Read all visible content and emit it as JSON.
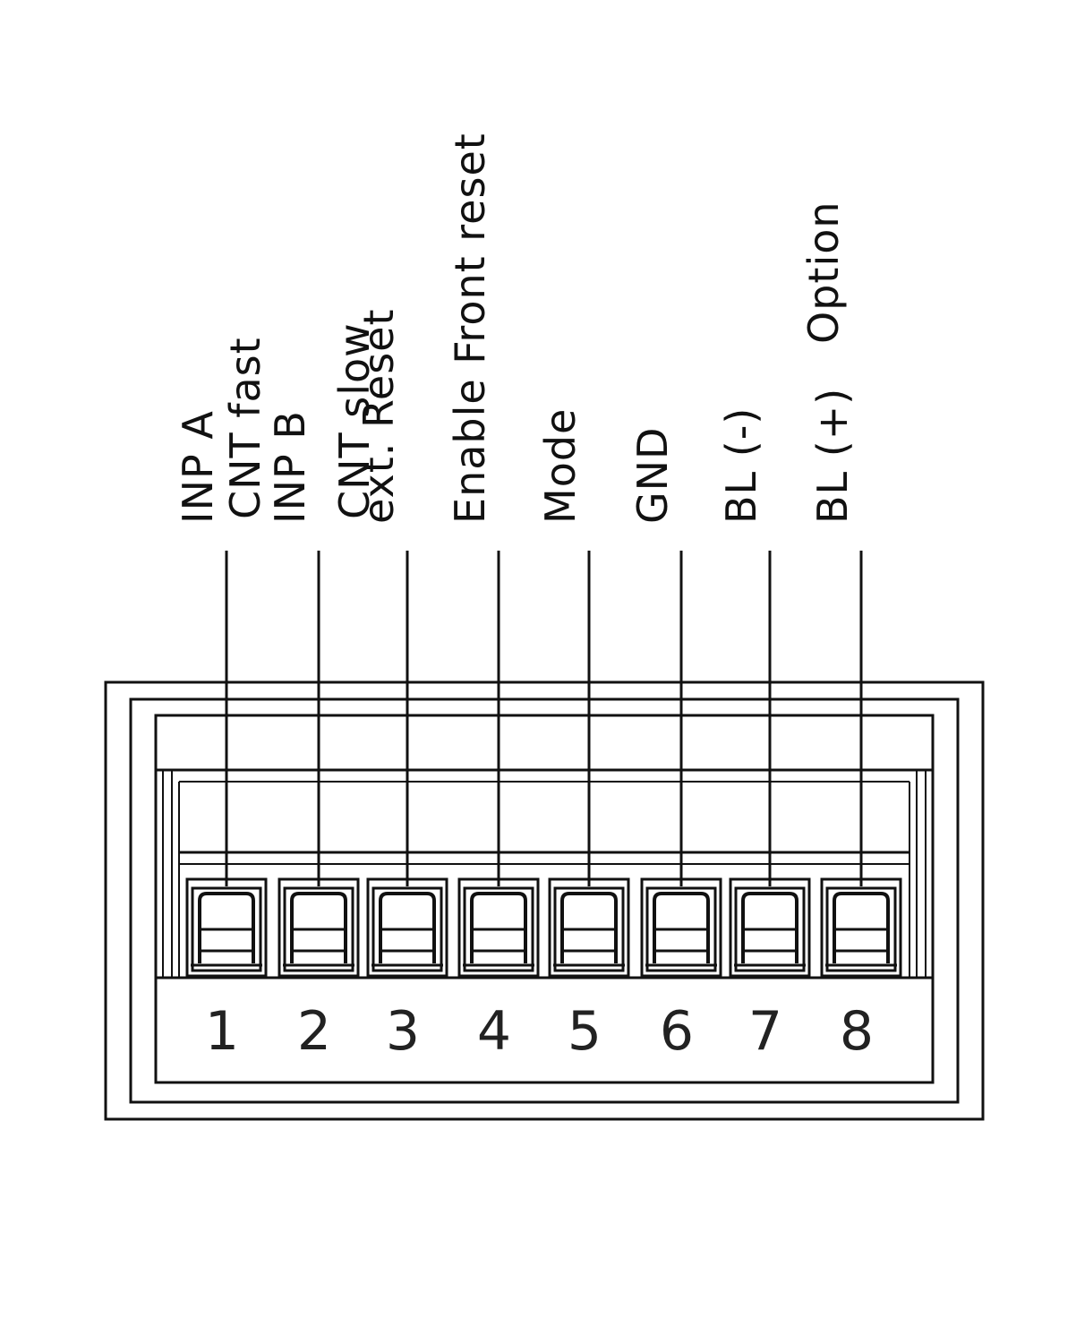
{
  "terminals": [
    {
      "number": "1",
      "label": "INP A"
    },
    {
      "number": "2",
      "label": "INP B"
    },
    {
      "number": "3",
      "label": "ext. Reset"
    },
    {
      "number": "4",
      "label": "Enable Front reset"
    },
    {
      "number": "5",
      "label": "Mode"
    },
    {
      "number": "6",
      "label": "GND"
    },
    {
      "number": "7",
      "label": "BL (-)"
    },
    {
      "number": "8",
      "label": "BL (+)"
    }
  ],
  "extra_labels": {
    "cnt_fast": "CNT  fast",
    "cnt_slow": "CNT  slow",
    "option": "Option"
  }
}
